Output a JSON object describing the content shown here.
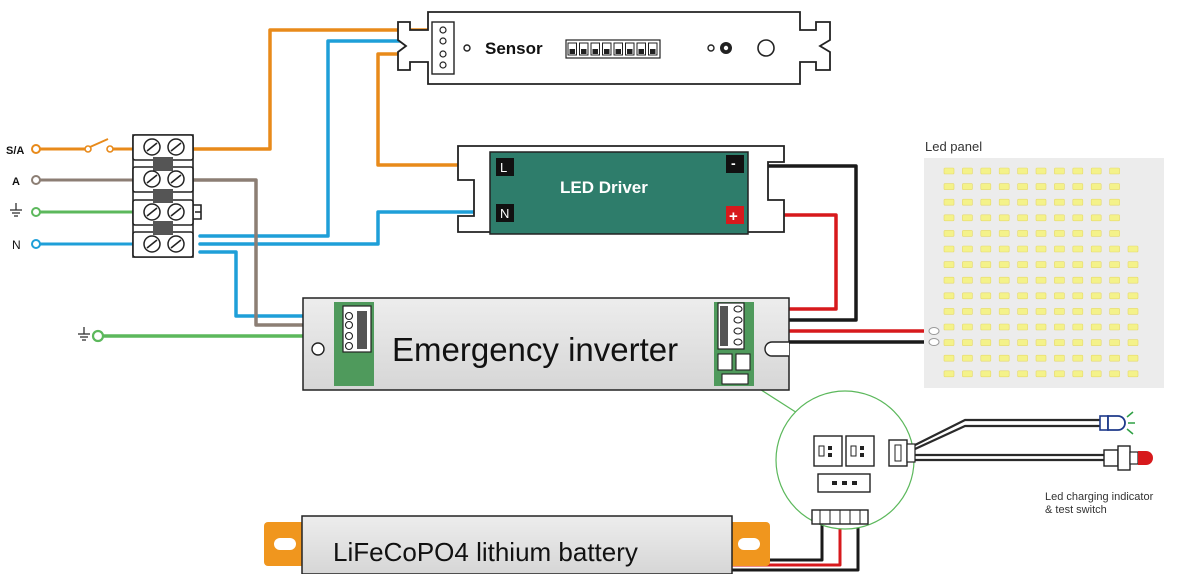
{
  "terminals": {
    "sa": "S/A",
    "a": "A",
    "n": "N"
  },
  "sensor": {
    "label": "Sensor",
    "dip_switch_count": 8
  },
  "led_driver": {
    "label": "LED Driver",
    "input_l": "L",
    "input_n": "N",
    "output_minus": "-",
    "output_plus": "+"
  },
  "inverter": {
    "label": "Emergency inverter"
  },
  "battery": {
    "label": "LiFeCoPO4 lithium battery"
  },
  "led_panel": {
    "label": "Led panel",
    "rows": 14,
    "cols": 11
  },
  "indicator": {
    "line1": "Led charging indicator",
    "line2": "& test switch"
  },
  "colors": {
    "switched_live": "#e88a1a",
    "neutral": "#1e9fd8",
    "live_permanent": "#8c7e74",
    "earth": "#5cb85c",
    "dc_positive": "#d7191c",
    "dc_negative": "#1a1a1a",
    "driver_body": "#2e7d6b",
    "inverter_body": "#e2e2e2",
    "panel_body": "#ececec",
    "led_chip": "#f4f28a",
    "battery_tab": "#f0961e"
  }
}
